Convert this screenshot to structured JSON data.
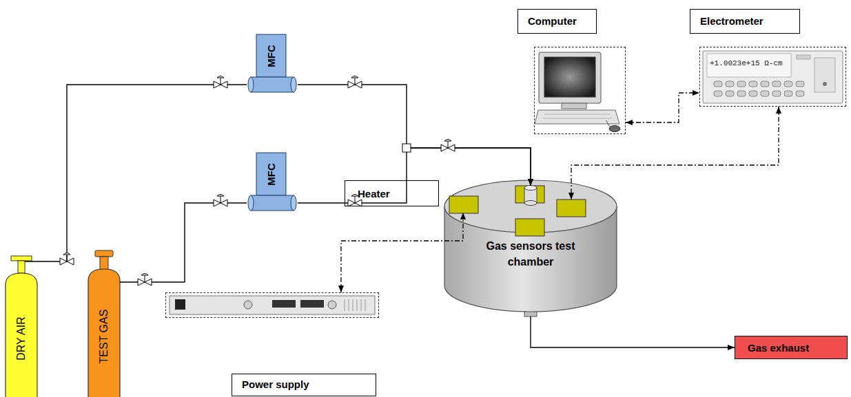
{
  "diagram": {
    "nodes": [
      {
        "text": [
          "Computer"
        ]
      },
      {
        "text": [
          "Electrometer"
        ]
      },
      {
        "text": [
          "MFC"
        ]
      },
      {
        "text": [
          "MFC"
        ]
      },
      {
        "text": [
          "Heater"
        ]
      },
      {
        "text": [
          "Gas sensors test chamber"
        ]
      },
      {
        "text": [
          "DRY AIR"
        ]
      },
      {
        "text": [
          "TEST GAS"
        ]
      },
      {
        "text": [
          "Power supply"
        ]
      },
      {
        "text": [
          "Gas exhaust"
        ]
      }
    ],
    "edges": [
      {
        "from": 0,
        "to": 1,
        "arrow": "both"
      },
      {
        "from": 1,
        "to": 5,
        "arrow": "both"
      },
      {
        "from": 6,
        "to": 2,
        "arrow": "none"
      },
      {
        "from": 7,
        "to": 3,
        "arrow": "none"
      },
      {
        "from": 2,
        "to": 5,
        "arrow": "to"
      },
      {
        "from": 3,
        "to": 5,
        "arrow": "to"
      },
      {
        "from": 8,
        "to": 5,
        "arrow": "both"
      },
      {
        "from": 5,
        "to": 9,
        "arrow": "to"
      }
    ],
    "labels": [
      "+1.0023e+15 Ω-cm"
    ]
  }
}
